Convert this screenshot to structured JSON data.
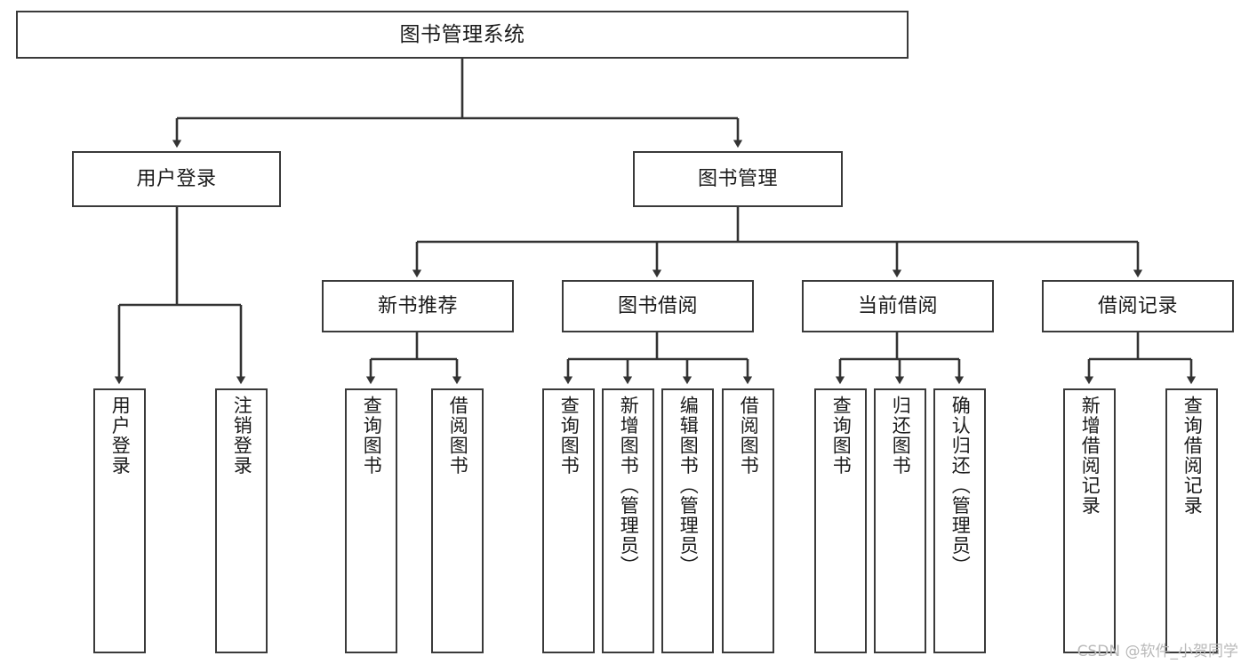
{
  "diagram": {
    "type": "tree",
    "title": "图书管理系统",
    "style": {
      "box_border_color": "#3a3a3a",
      "box_fill_color": "#ffffff",
      "connector_color": "#333333",
      "text_color": "#1a1a1a",
      "background_color": "#ffffff",
      "watermark_color": "#b9b9b9"
    },
    "nodes": {
      "root": {
        "label": "图书管理系统"
      },
      "level2": [
        {
          "label": "用户登录"
        },
        {
          "label": "图书管理"
        }
      ],
      "level3": [
        {
          "label": "新书推荐"
        },
        {
          "label": "图书借阅"
        },
        {
          "label": "当前借阅"
        },
        {
          "label": "借阅记录"
        }
      ],
      "leaves": {
        "user_login": [
          {
            "label": "用户登录"
          },
          {
            "label": "注销登录"
          }
        ],
        "new_book_recommend": [
          {
            "label": "查询图书"
          },
          {
            "label": "借阅图书"
          }
        ],
        "book_borrow": [
          {
            "label": "查询图书"
          },
          {
            "label": "新增图书（管理员）"
          },
          {
            "label": "编辑图书（管理员）"
          },
          {
            "label": "借阅图书"
          }
        ],
        "current_borrow": [
          {
            "label": "查询图书"
          },
          {
            "label": "归还图书"
          },
          {
            "label": "确认归还（管理员）"
          }
        ],
        "borrow_record": [
          {
            "label": "新增借阅记录"
          },
          {
            "label": "查询借阅记录"
          }
        ]
      }
    }
  },
  "watermark": {
    "text": "CSDN @软件_小贺同学"
  }
}
